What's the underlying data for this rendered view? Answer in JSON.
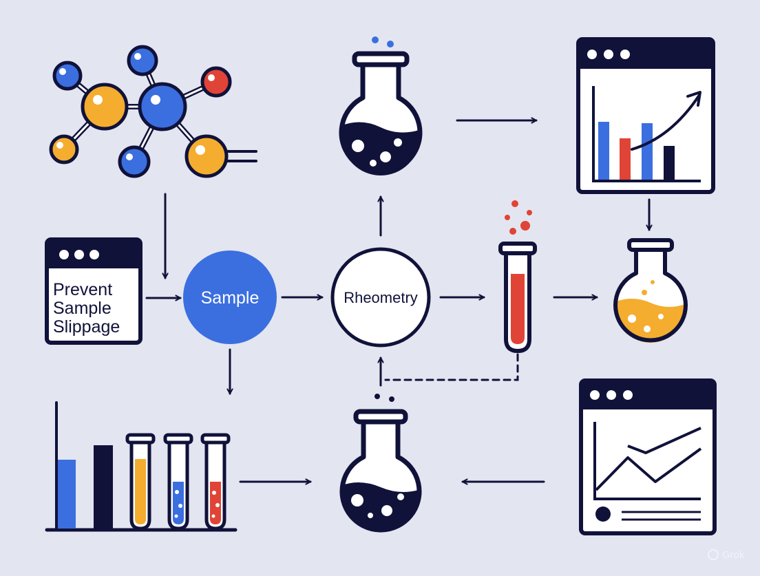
{
  "diagram": {
    "nodes": {
      "prevent_box": {
        "lines": [
          "Prevent",
          "Sample",
          "Slippage"
        ]
      },
      "sample": {
        "label": "Sample"
      },
      "rheometry": {
        "label": "Rheometry"
      }
    },
    "watermark": "Grok"
  },
  "colors": {
    "background": "#e3e5f0",
    "ink": "#10123a",
    "blue": "#3b6fe0",
    "orange": "#f4ad2f",
    "red": "#e04436",
    "white": "#ffffff"
  }
}
